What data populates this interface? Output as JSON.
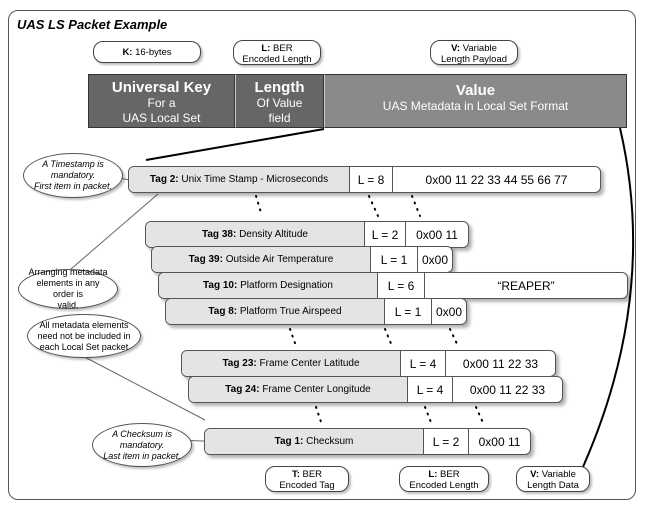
{
  "title": "UAS LS Packet Example",
  "top_labels": {
    "k": {
      "prefix": "K:",
      "text": "16-bytes"
    },
    "l": {
      "prefix": "L:",
      "line1": "BER",
      "line2": "Encoded Length"
    },
    "v": {
      "prefix": "V:",
      "line1": "Variable",
      "line2": "Length Payload"
    }
  },
  "klv_bar": {
    "key": {
      "title": "Universal Key",
      "line1": "For a",
      "line2": "UAS Local Set"
    },
    "length": {
      "title": "Length",
      "line1": "Of Value",
      "line2": "field"
    },
    "value": {
      "title": "Value",
      "line1": "UAS Metadata in Local Set Format"
    }
  },
  "notes": {
    "timestamp": {
      "line1": "A Timestamp is",
      "line2": "mandatory.",
      "line3": "First item in packet."
    },
    "arranging": {
      "line1": "Arranging metadata",
      "line2": "elements in any order is",
      "line3": "valid."
    },
    "all_elements": {
      "line1": "All metadata elements",
      "line2": "need not be included in",
      "line3": "each Local Set packet"
    },
    "checksum": {
      "line1": "A Checksum is",
      "line2": "mandatory.",
      "line3": "Last item in packet."
    }
  },
  "rows": [
    {
      "tag": "Tag 2:",
      "name": "Unix Time Stamp - Microseconds",
      "len": "L = 8",
      "value": "0x00 11 22 33 44 55 66 77"
    },
    {
      "tag": "Tag 38:",
      "name": "Density Altitude",
      "len": "L = 2",
      "value": "0x00 11"
    },
    {
      "tag": "Tag 39:",
      "name": "Outside Air Temperature",
      "len": "L = 1",
      "value": "0x00"
    },
    {
      "tag": "Tag 10:",
      "name": "Platform Designation",
      "len": "L = 6",
      "value": "“REAPER”"
    },
    {
      "tag": "Tag 8:",
      "name": "Platform True Airspeed",
      "len": "L = 1",
      "value": "0x00"
    },
    {
      "tag": "Tag 23:",
      "name": "Frame Center Latitude",
      "len": "L = 4",
      "value": "0x00 11 22 33"
    },
    {
      "tag": "Tag 24:",
      "name": "Frame Center Longitude",
      "len": "L = 4",
      "value": "0x00 11 22 33"
    },
    {
      "tag": "Tag 1:",
      "name": "Checksum",
      "len": "L = 2",
      "value": "0x00 11"
    }
  ],
  "bottom_labels": {
    "t": {
      "prefix": "T:",
      "line1": "BER",
      "line2": "Encoded Tag"
    },
    "l": {
      "prefix": "L:",
      "line1": "BER",
      "line2": "Encoded Length"
    },
    "v": {
      "prefix": "V:",
      "line1": "Variable",
      "line2": "Length Data"
    }
  }
}
